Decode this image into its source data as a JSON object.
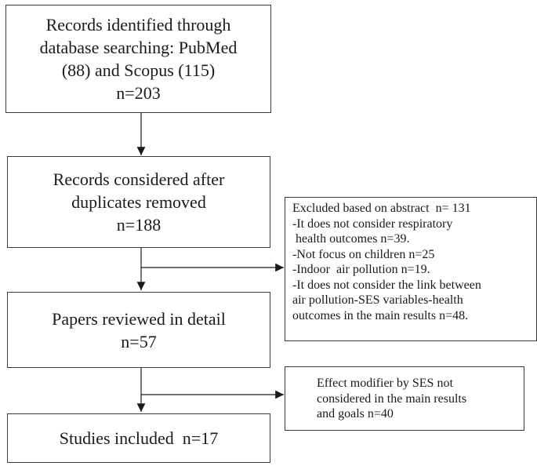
{
  "boxes": {
    "records_identified": {
      "lines": [
        "Records identified through",
        "database searching: PubMed",
        "(88) and Scopus (115)",
        "n=203"
      ]
    },
    "records_after_duplicates": {
      "lines": [
        "Records considered after",
        "duplicates removed",
        "n=188"
      ]
    },
    "papers_reviewed": {
      "lines": [
        "Papers reviewed in detail",
        "n=57"
      ]
    },
    "studies_included": {
      "lines": [
        "Studies included  n=17"
      ]
    },
    "excluded_abstract": {
      "lines": [
        "Excluded based on abstract  n= 131",
        "-It does not consider respiratory",
        " health outcomes n=39.",
        "-Not focus on children n=25",
        "-Indoor  air pollution n=19.",
        "-It does not consider the link between",
        "air pollution-SES variables-health",
        "outcomes in the main results n=48."
      ]
    },
    "excluded_effect_modifier": {
      "lines": [
        "Effect modifier by SES not",
        "considered in the main results",
        "and goals n=40"
      ]
    }
  },
  "colors": {
    "border": "#3a3a3a",
    "arrow": "#1a1a1a",
    "text": "#1a1a1a"
  }
}
